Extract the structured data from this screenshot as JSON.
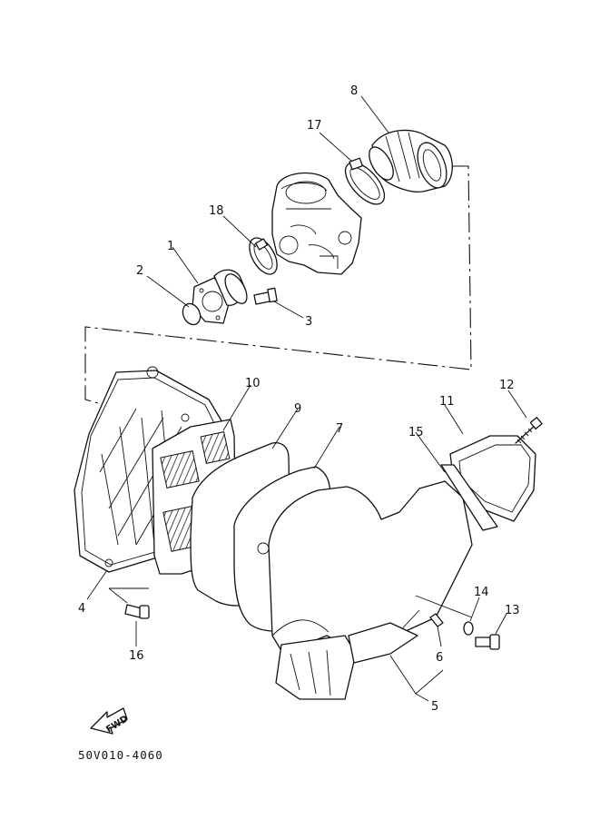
{
  "callouts": {
    "c1": "1",
    "c2": "2",
    "c3": "3",
    "c4": "4",
    "c5": "5",
    "c6": "6",
    "c7": "7",
    "c8": "8",
    "c9": "9",
    "c10": "10",
    "c11": "11",
    "c12": "12",
    "c13": "13",
    "c14": "14",
    "c15": "15",
    "c16": "16",
    "c17": "17",
    "c18": "18"
  },
  "fwd_label": "FWD",
  "drawing_code": "50V010-4060"
}
